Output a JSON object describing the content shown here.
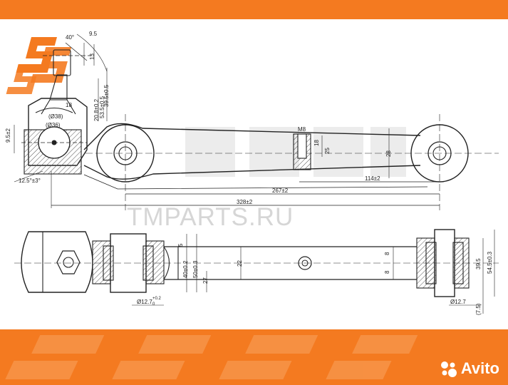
{
  "watermark": {
    "text": "TMPARTS.RU"
  },
  "brand": {
    "accent": "#f47a20",
    "mark_label": "SSS"
  },
  "avito": {
    "label": "Avito",
    "icon": "avito-dots-icon"
  },
  "dimensions": {
    "angle": "40°",
    "d13": "13",
    "d9_5": "9.5",
    "d39_5": "39.5±0.5",
    "d53_5": "53.5±0.5",
    "d20_8": "20.8±0.2",
    "d18": "18",
    "d38": "(Ø38)",
    "d36": "(Ø36)",
    "d9_5_2": "9.5±2",
    "d12_5": "12.5°±3°",
    "m8": "M8",
    "d18b": "18",
    "d25": "25",
    "d28": "28",
    "d114": "114±2",
    "d267": "267±2",
    "d328": "328±2",
    "d5": "5",
    "d40": "40±0.2",
    "d50": "50±0.3",
    "d27": "27",
    "d22": "22",
    "d12_7a": "Ø12.7",
    "d12_7b": "Ø12.7",
    "d8a": "8",
    "d8b": "8",
    "d39_5b": "39.5",
    "d54_5": "54.5±0.3",
    "d7_5": "(7.5)",
    "tol_a": "+0.2",
    "tol_b": "0"
  }
}
